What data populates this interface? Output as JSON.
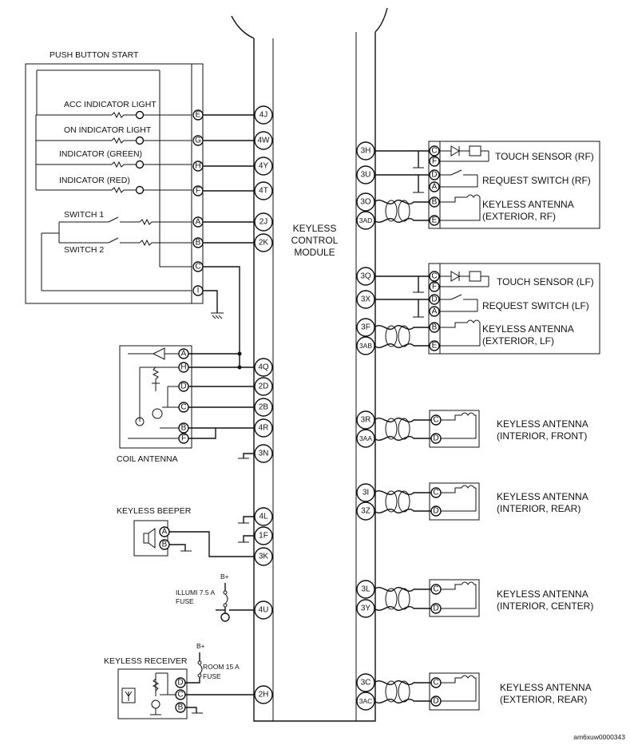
{
  "module": {
    "line1": "KEYLESS",
    "line2": "CONTROL",
    "line3": "MODULE"
  },
  "pbs": {
    "title": "PUSH BUTTON START",
    "acc": "ACC INDICATOR LIGHT",
    "on": "ON INDICATOR LIGHT",
    "green": "INDICATOR (GREEN)",
    "red": "INDICATOR (RED)",
    "sw1": "SWITCH 1",
    "sw2": "SWITCH 2",
    "pins": [
      "E",
      "G",
      "H",
      "F",
      "A",
      "B",
      "C",
      "I"
    ]
  },
  "kcm_left_pins": [
    "4J",
    "4W",
    "4Y",
    "4T",
    "2J",
    "2K",
    "4Q",
    "2D",
    "2B",
    "4R",
    "3N",
    "4L",
    "1F",
    "3K",
    "4U",
    "2H"
  ],
  "kcm_right_pins": [
    "3H",
    "3U",
    "3O",
    "3AD",
    "3Q",
    "3X",
    "3F",
    "3AB",
    "3R",
    "3AA",
    "3I",
    "3Z",
    "3L",
    "3Y",
    "3C",
    "3AC"
  ],
  "coil": {
    "title": "COIL ANTENNA",
    "pins": [
      "A",
      "H",
      "D",
      "C",
      "B",
      "F"
    ]
  },
  "beeper": {
    "title": "KEYLESS BEEPER",
    "pins": [
      "A",
      "B"
    ]
  },
  "illumi": {
    "bplus": "B+",
    "line1": "ILLUMI 7.5 A",
    "line2": "FUSE"
  },
  "room": {
    "bplus": "B+",
    "line1": "ROOM 15 A",
    "line2": "FUSE"
  },
  "receiver": {
    "title": "KEYLESS RECEIVER",
    "pins": [
      "D",
      "C",
      "B"
    ]
  },
  "rf": {
    "touch": "TOUCH SENSOR (RF)",
    "request": "REQUEST SWITCH (RF)",
    "ant1": "KEYLESS ANTENNA",
    "ant2": "(EXTERIOR, RF)",
    "pins": [
      "C",
      "F",
      "D",
      "A",
      "B",
      "E"
    ]
  },
  "lf": {
    "touch": "TOUCH SENSOR (LF)",
    "request": "REQUEST SWITCH (LF)",
    "ant1": "KEYLESS ANTENNA",
    "ant2": "(EXTERIOR, LF)",
    "pins": [
      "C",
      "F",
      "D",
      "A",
      "B",
      "E"
    ]
  },
  "ant_front": {
    "l1": "KEYLESS ANTENNA",
    "l2": "(INTERIOR, FRONT)",
    "pins": [
      "C",
      "D"
    ]
  },
  "ant_rear": {
    "l1": "KEYLESS ANTENNA",
    "l2": "(INTERIOR, REAR)",
    "pins": [
      "C",
      "D"
    ]
  },
  "ant_center": {
    "l1": "KEYLESS ANTENNA",
    "l2": "(INTERIOR, CENTER)",
    "pins": [
      "C",
      "D"
    ]
  },
  "ant_ext_rear": {
    "l1": "KEYLESS ANTENNA",
    "l2": "(EXTERIOR, REAR)",
    "pins": [
      "C",
      "D"
    ]
  },
  "code": "am6xuw0000343"
}
